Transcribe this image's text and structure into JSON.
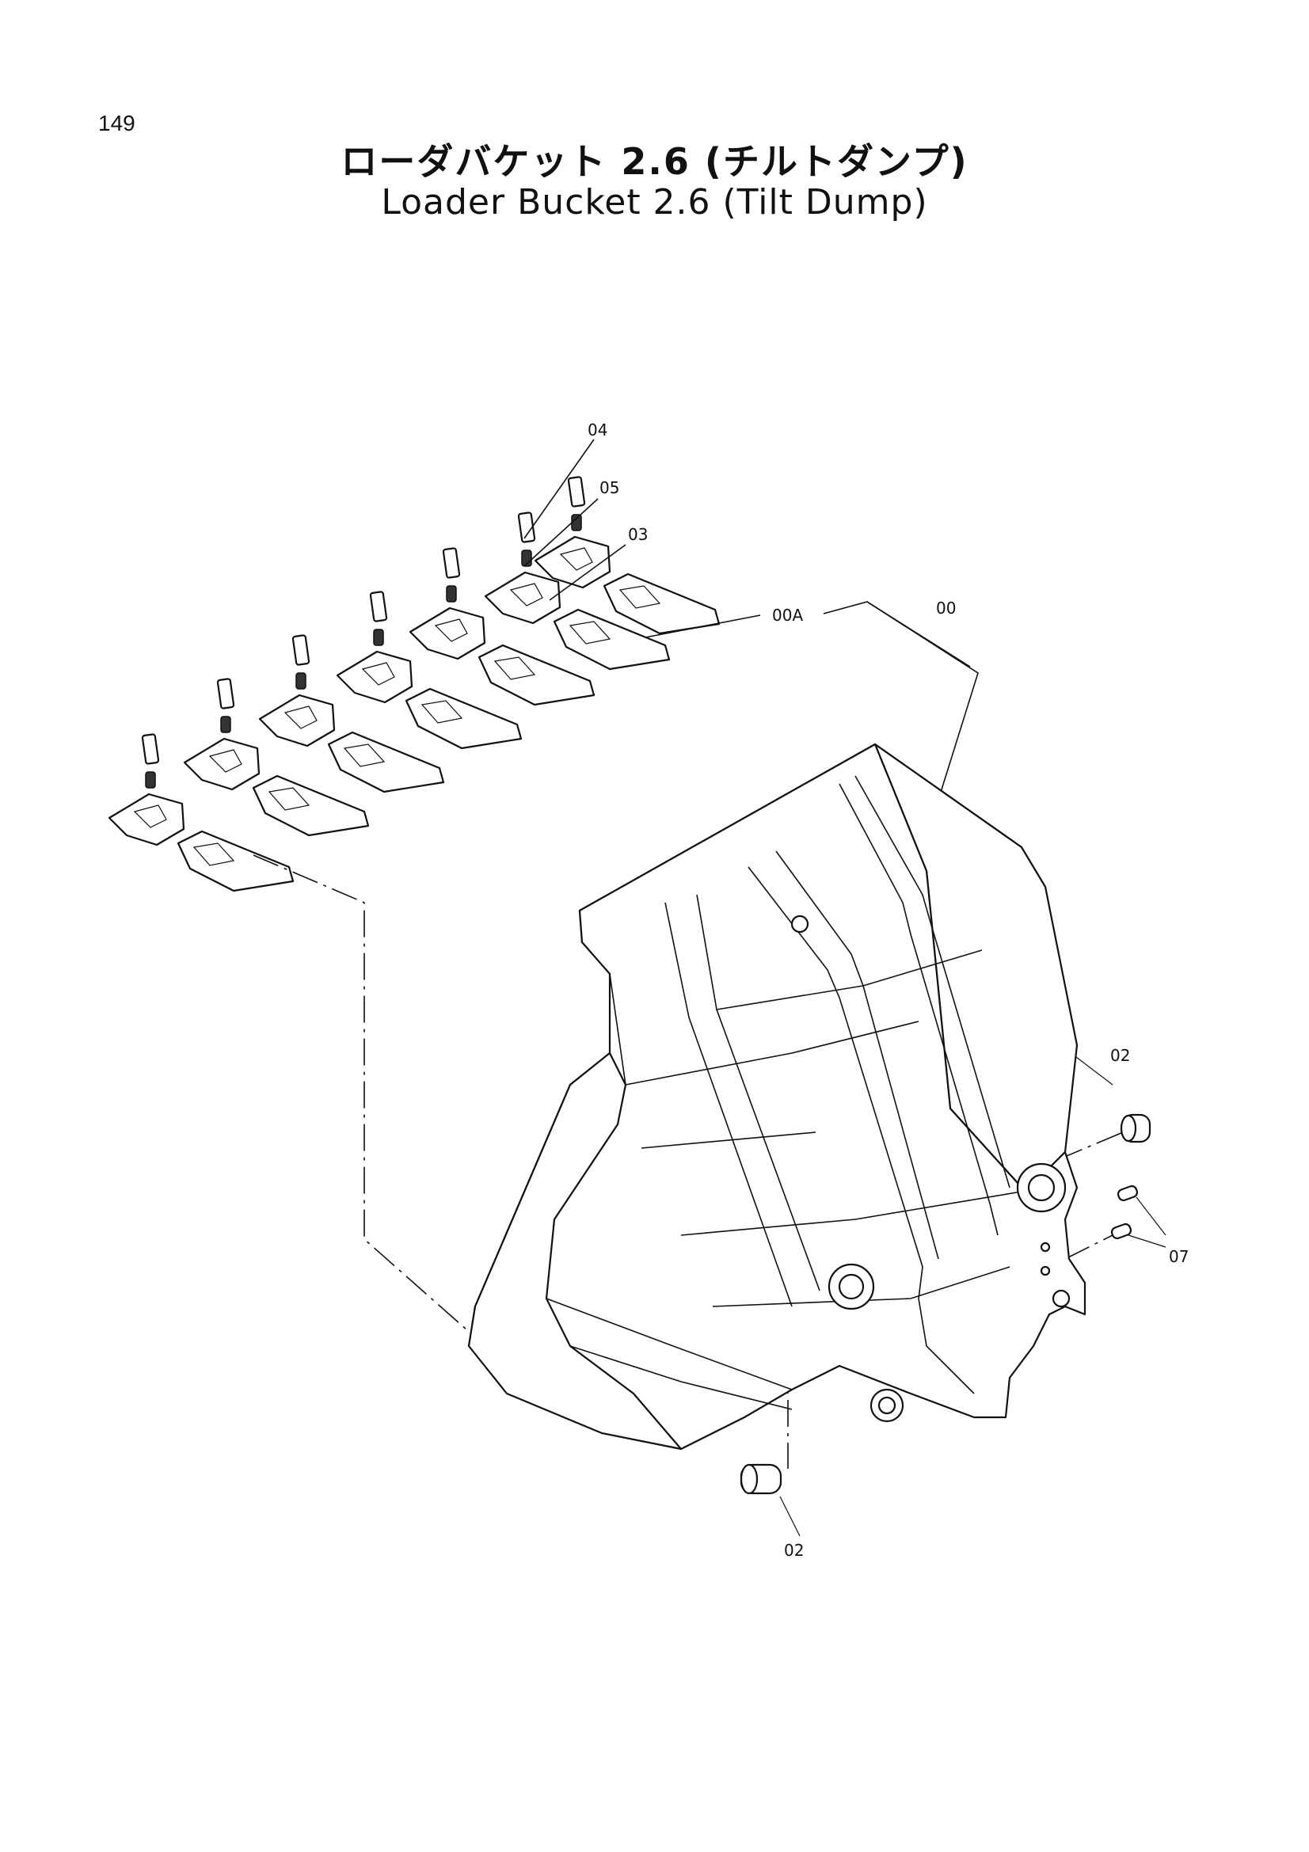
{
  "page": {
    "number": "149",
    "title_jp": "ローダバケット 2.6 (チルトダンプ)",
    "title_en": "Loader Bucket 2.6 (Tilt Dump)"
  },
  "diagram": {
    "labels": {
      "l04": "04",
      "l05": "05",
      "l03": "03",
      "l00a": "00A",
      "l00": "00",
      "l02_right": "02",
      "l02_bottom": "02",
      "l07": "07"
    }
  }
}
